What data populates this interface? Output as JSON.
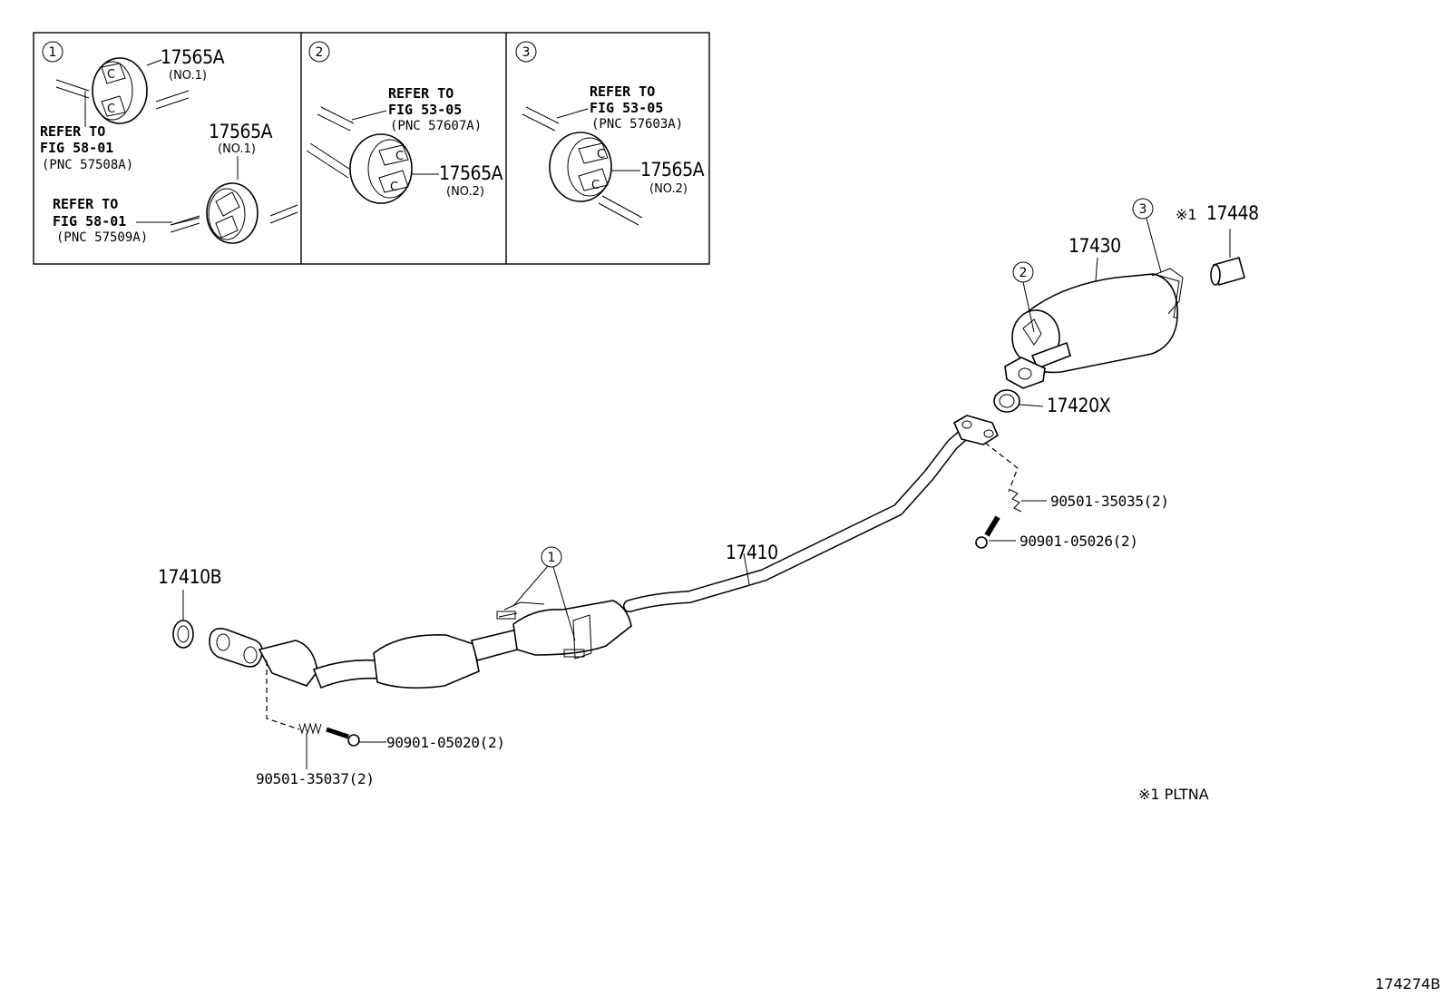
{
  "insets": [
    {
      "index": "1",
      "upper_part": "17565A",
      "upper_note": "(NO.1)",
      "upper_ref_line1": "REFER TO",
      "upper_ref_line2": "FIG 58-01",
      "upper_ref_pnc": "(PNC 57508A)",
      "lower_part": "17565A",
      "lower_note": "(NO.1)",
      "lower_ref_line1": "REFER TO",
      "lower_ref_line2": "FIG 58-01",
      "lower_ref_pnc": "(PNC 57509A)"
    },
    {
      "index": "2",
      "part": "17565A",
      "note": "(NO.2)",
      "ref_line1": "REFER TO",
      "ref_line2": "FIG 53-05",
      "ref_pnc": "(PNC 57607A)"
    },
    {
      "index": "3",
      "part": "17565A",
      "note": "(NO.2)",
      "ref_line1": "REFER TO",
      "ref_line2": "FIG 53-05",
      "ref_pnc": "(PNC 57603A)"
    }
  ],
  "parts": {
    "gasket_front": "17410B",
    "front_pipe": "17410",
    "tail_pipe": "17430",
    "gasket_rear": "17420X",
    "tip": "17448",
    "tip_marker": "※1",
    "spring_front": "90501-35037(2)",
    "bolt_front": "90901-05020(2)",
    "spring_rear": "90501-35035(2)",
    "bolt_rear": "90901-05026(2)"
  },
  "callouts": {
    "c1": "1",
    "c2": "2",
    "c3": "3"
  },
  "footnote": "※1 PLTNA",
  "figure_id": "174274B"
}
